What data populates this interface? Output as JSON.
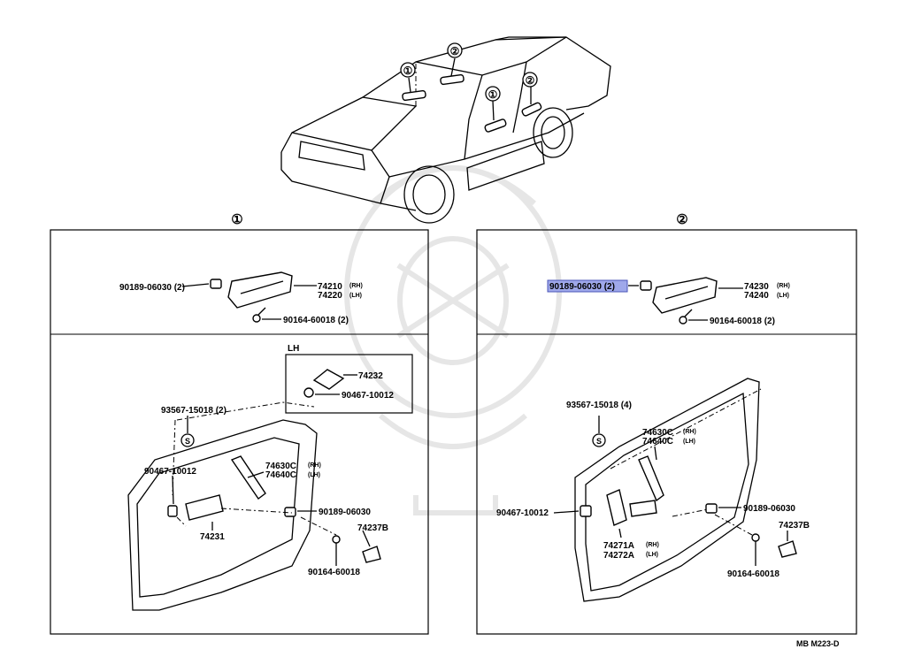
{
  "diagram": {
    "refs": {
      "one": "①",
      "two": "②"
    },
    "panel_left": {
      "marker": "①",
      "top": {
        "clip_label": "90189-06030 (2)",
        "part_rh": "74210",
        "part_lh": "74220",
        "rh": "(RH)",
        "lh": "(LH)",
        "screw_label": "90164-60018 (2)"
      },
      "inset": {
        "title": "LH",
        "part": "74232",
        "clip": "90467-10012"
      },
      "bottom": {
        "screw_ref": "93567-15018 (2)",
        "s_symbol": "S",
        "clip_left": "90467-10012",
        "grip_rh": "74630C",
        "grip_lh": "74640C",
        "rh": "(RH)",
        "lh": "(LH)",
        "clip_right": "90189-06030",
        "plate": "74231",
        "cap": "74237B",
        "screw_bottom": "90164-60018"
      }
    },
    "panel_right": {
      "marker": "②",
      "top": {
        "clip_label": "90189-06030 (2)",
        "part_rh": "74230",
        "part_lh": "74240",
        "rh": "(RH)",
        "lh": "(LH)",
        "screw_label": "90164-60018 (2)"
      },
      "bottom": {
        "screw_ref": "93567-15018 (4)",
        "s_symbol": "S",
        "grip_rh": "74630C",
        "grip_lh": "74640C",
        "rh": "(RH)",
        "lh": "(LH)",
        "clip_left": "90467-10012",
        "clip_right": "90189-06030",
        "cap": "74237B",
        "plate_rh": "74271A",
        "plate_lh": "74272A",
        "screw_bottom": "90164-60018"
      }
    },
    "footer_code": "MB  M223-D",
    "highlight_color": "#9fa8ea"
  }
}
